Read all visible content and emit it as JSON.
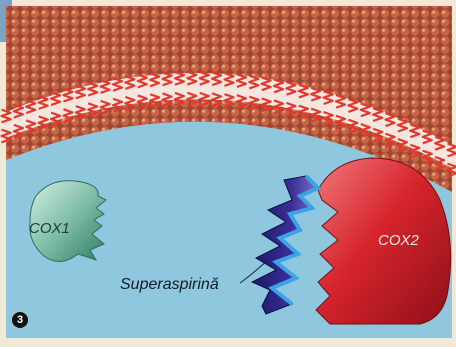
{
  "labels": {
    "cox1": "COX1",
    "cox2": "COX2",
    "superaspirin": "Superaspirină",
    "panel_number": "3"
  },
  "colors": {
    "cytoplasm": "#8fc7df",
    "membrane": "#b9553a",
    "membrane_highlight": "#e8a37e",
    "lipid_tail": "#e2392e",
    "cox1": "#4f9d86",
    "cox2": "#d6242c",
    "superaspirin": "#2c2a86"
  },
  "icons": {
    "panel_marker": "circled-number"
  }
}
